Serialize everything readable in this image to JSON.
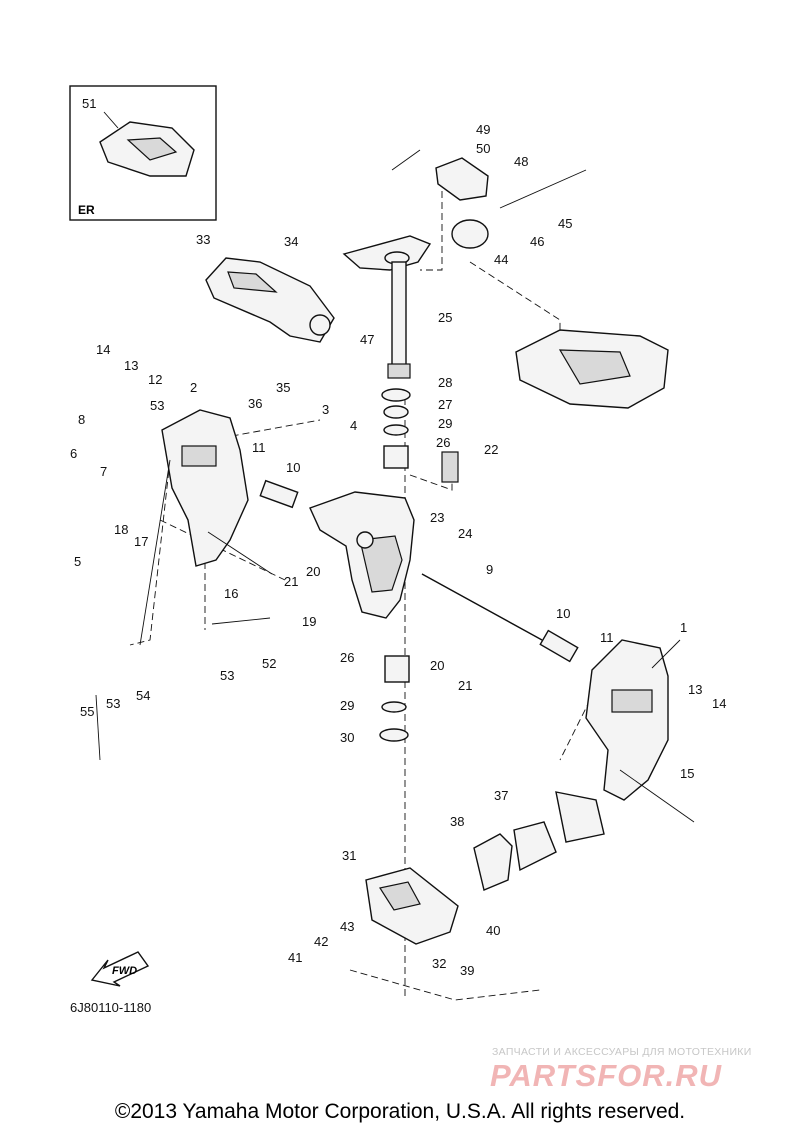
{
  "inset_box": {
    "part": "51",
    "label": "ER"
  },
  "doc_code": "6J80110-1180",
  "fwd_label": "FWD",
  "watermark": {
    "subtitle": "ЗАПЧАСТИ И АКСЕССУАРЫ ДЛЯ МОТОТЕХНИКИ",
    "logo": "PARTSFOR.RU"
  },
  "copyright": "©2013 Yamaha Motor Corporation, U.S.A. All rights reserved.",
  "part_numbers": [
    "1",
    "2",
    "3",
    "4",
    "5",
    "6",
    "7",
    "8",
    "9",
    "10",
    "10",
    "11",
    "11",
    "12",
    "13",
    "13",
    "14",
    "14",
    "15",
    "16",
    "17",
    "18",
    "19",
    "20",
    "20",
    "21",
    "21",
    "22",
    "23",
    "24",
    "25",
    "26",
    "26",
    "27",
    "28",
    "29",
    "29",
    "30",
    "31",
    "32",
    "33",
    "34",
    "35",
    "36",
    "37",
    "38",
    "39",
    "40",
    "41",
    "42",
    "43",
    "44",
    "45",
    "46",
    "47",
    "48",
    "49",
    "50",
    "52",
    "53",
    "53",
    "53",
    "54",
    "55"
  ],
  "icons": [
    "fwd-arrow-icon"
  ]
}
